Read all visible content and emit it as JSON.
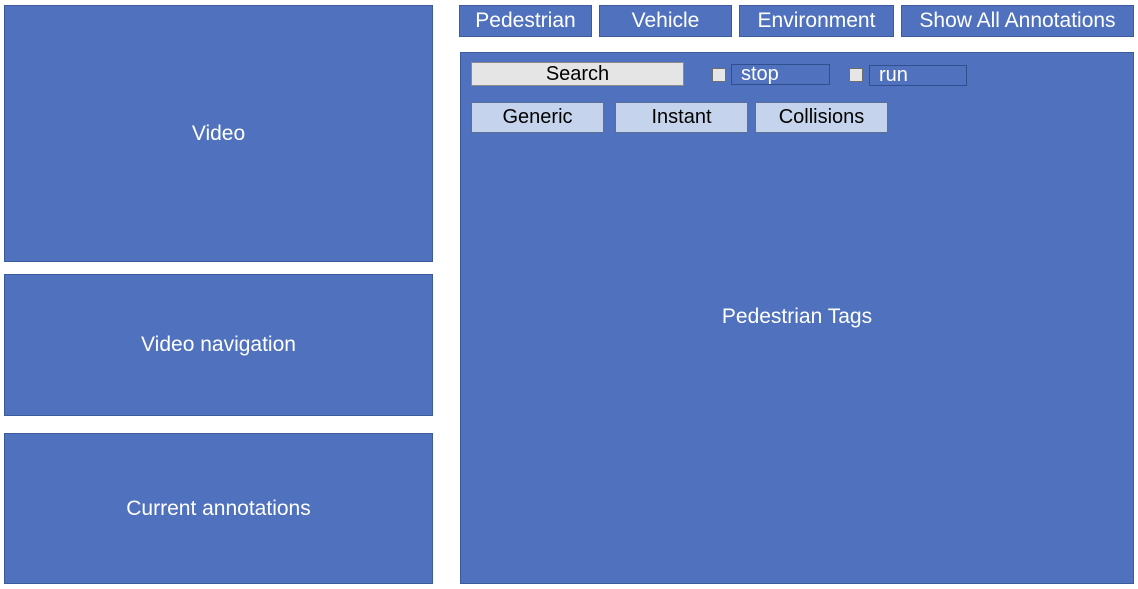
{
  "left_panels": {
    "video": "Video",
    "video_navigation": "Video navigation",
    "current_annotations": "Current annotations"
  },
  "top_tabs": [
    "Pedestrian",
    "Vehicle",
    "Environment",
    "Show All Annotations"
  ],
  "tags_panel": {
    "search_label": "Search",
    "filters": [
      {
        "label": "stop",
        "checked": false
      },
      {
        "label": "run",
        "checked": false
      }
    ],
    "sub_tabs": [
      "Generic",
      "Instant",
      "Collisions"
    ],
    "content_label": "Pedestrian Tags"
  },
  "colors": {
    "panel_fill": "#4f71be",
    "search_fill": "#e5e5e5",
    "sub_tab_fill": "#c5d4ec"
  }
}
